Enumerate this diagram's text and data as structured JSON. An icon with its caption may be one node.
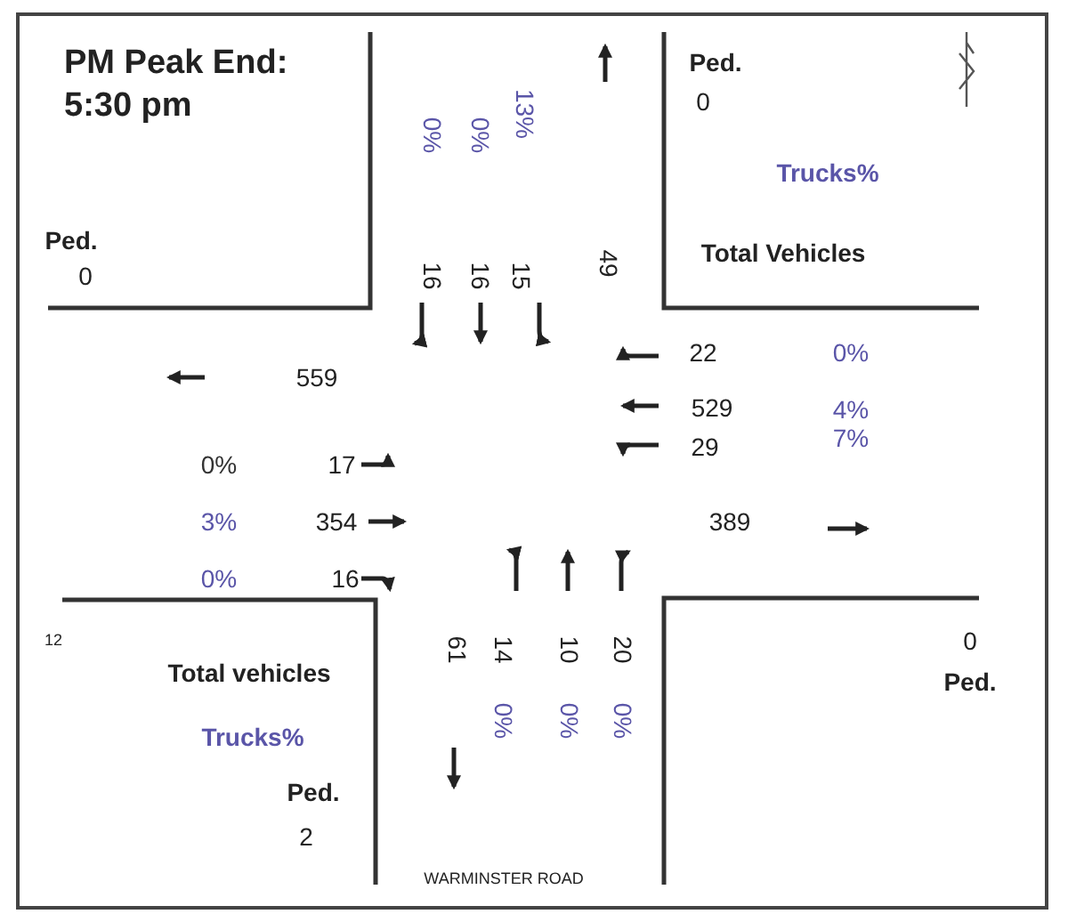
{
  "diagram": {
    "title": "PM Peak End: 5:30 pm",
    "labels": [
      "Ped.",
      "0",
      "0%",
      "0%",
      "13%",
      "Ped.",
      "0",
      "Trucks%",
      "Total Vehicles",
      "16",
      "16",
      "15",
      "49",
      "22",
      "0%",
      "559",
      "529",
      "4%",
      "29",
      "7%",
      "0%",
      "17",
      "3%",
      "354",
      "389",
      "0%",
      "16",
      "12",
      "Total vehicles",
      "61",
      "14",
      "10",
      "20",
      "0",
      "Ped.",
      "Trucks%",
      "0%",
      "0%",
      "0%",
      "Ped.",
      "2",
      "WARMINSTER ROAD"
    ]
  }
}
